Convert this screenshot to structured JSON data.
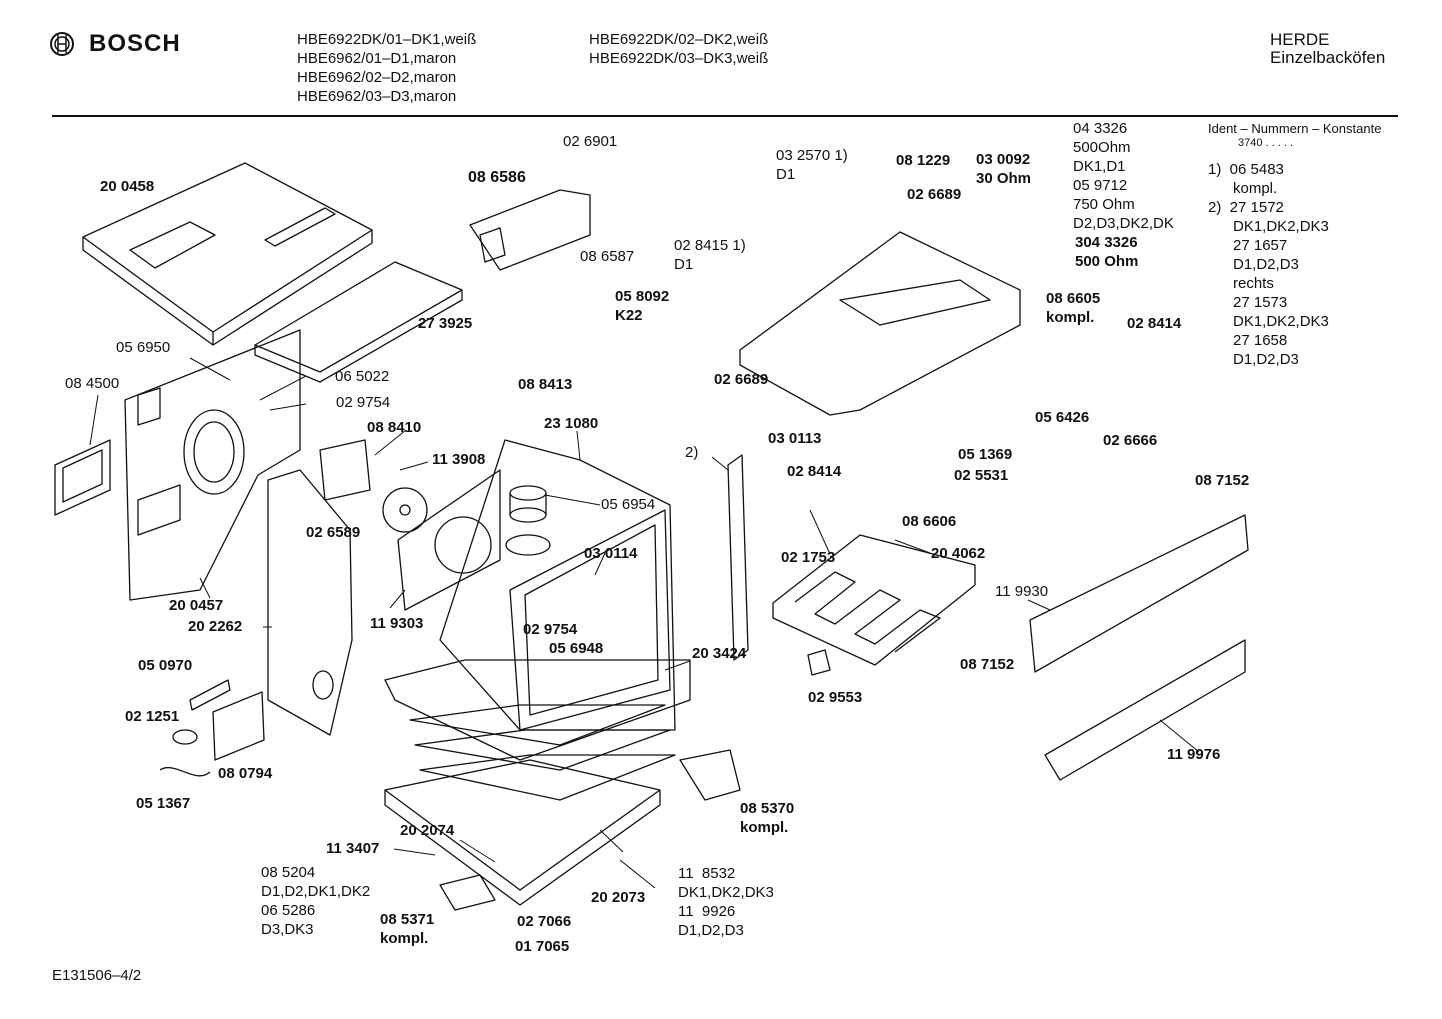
{
  "header": {
    "brand": "BOSCH",
    "models_col1": "HBE6922DK/01–DK1,weiß\nHBE6962/01–D1,maron\nHBE6962/02–D2,maron\nHBE6962/03–D3,maron",
    "models_col2": "HBE6922DK/02–DK2,weiß\nHBE6922DK/03–DK3,weiß",
    "category": "HERDE\nEinzelbacköfen"
  },
  "legend": {
    "title": "Ident – Nummern – Konstante",
    "constant": "3740 . . . . .",
    "notes": "1)  06 5483\n      kompl.\n2)  27 1572\n      DK1,DK2,DK3\n      27 1657\n      D1,D2,D3\n      rechts\n      27 1573\n      DK1,DK2,DK3\n      27 1658\n      D1,D2,D3"
  },
  "resistor_note": "04 3326\n500Ohm\nDK1,D1\n05 9712\n750 Ohm\nD2,D3,DK2,DK",
  "labels": {
    "p200458": "20 0458",
    "p273925": "27 3925",
    "p086586": "08 6586",
    "p026901": "02 6901",
    "p086587": "08 6587",
    "p032570": "03 2570 1)\nD1",
    "p081229": "08 1229",
    "p030092": "03 0092\n30 Ohm",
    "p026689a": "02 6689",
    "p028415": "02 8415 1)\nD1",
    "p3043326": "304 3326\n500 Ohm",
    "p058092": "05 8092\nK22",
    "p086605": "08 6605\nkompl.",
    "p028414a": "02 8414",
    "p056950": "05 6950",
    "p084500": "08 4500",
    "p065022": "06 5022",
    "p029754a": "02 9754",
    "p088413": "08 8413",
    "p026689b": "02 6689",
    "p056426": "05 6426",
    "p088410": "08 8410",
    "p113908": "11 3908",
    "p231080": "23 1080",
    "p030113": "03 0113",
    "p051369": "05 1369",
    "p025531": "02 5531",
    "p026666": "02 6666",
    "p2": "2)",
    "p028414b": "02 8414",
    "p087152a": "08 7152",
    "p026589": "02 6589",
    "p056954": "05 6954",
    "p086606": "08 6606",
    "p021753": "02 1753",
    "p030114": "03 0114",
    "p204062": "20 4062",
    "p200457": "20 0457",
    "p202262": "20 2262",
    "p119303": "11 9303",
    "p119930": "11 9930",
    "p029754b": "02 9754",
    "p056948": "05 6948",
    "p050970": "05 0970",
    "p203424": "20 3424",
    "p087152b": "08 7152",
    "p029553": "02 9553",
    "p021251": "02 1251",
    "p080794": "08 0794",
    "p119976": "11 9976",
    "p051367": "05 1367",
    "p085370": "08 5370\nkompl.",
    "p113407": "11 3407",
    "p202074": "20 2074",
    "p085204": "08 5204\nD1,D2,DK1,DK2\n06 5286\nD3,DK3",
    "p118532": "11  8532\nDK1,DK2,DK3\n11  9926\nD1,D2,D3",
    "p202073": "20 2073",
    "p085371": "08 5371\nkompl.",
    "p027066": "02 7066",
    "p017065": "01 7065"
  },
  "footer": {
    "doc_id": "E131506–4/2"
  }
}
